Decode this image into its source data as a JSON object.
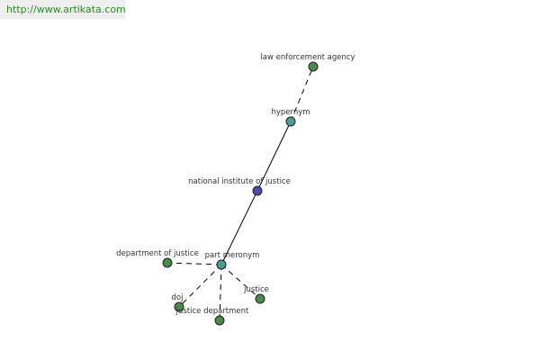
{
  "site": {
    "url": "http://www.artikata.com"
  },
  "colors": {
    "center": "#4a4ea8",
    "relation": "#4a9a9a",
    "term": "#4a8a4a"
  },
  "graph": {
    "nodes": [
      {
        "id": "center",
        "label": "national institute of justice",
        "kind": "center"
      },
      {
        "id": "hypernym",
        "label": "hypernym",
        "kind": "relation"
      },
      {
        "id": "law-enforcement-agency",
        "label": "law enforcement agency",
        "kind": "term"
      },
      {
        "id": "part-meronym",
        "label": "part meronym",
        "kind": "relation"
      },
      {
        "id": "department-of-justice",
        "label": "department of justice",
        "kind": "term"
      },
      {
        "id": "doj",
        "label": "doj",
        "kind": "term"
      },
      {
        "id": "justice-department",
        "label": "justice department",
        "kind": "term"
      },
      {
        "id": "justice",
        "label": "justice",
        "kind": "term"
      }
    ],
    "edges": [
      {
        "from": "center",
        "to": "hypernym",
        "style": "solid"
      },
      {
        "from": "hypernym",
        "to": "law-enforcement-agency",
        "style": "dashed"
      },
      {
        "from": "center",
        "to": "part-meronym",
        "style": "solid"
      },
      {
        "from": "part-meronym",
        "to": "department-of-justice",
        "style": "dashed"
      },
      {
        "from": "part-meronym",
        "to": "doj",
        "style": "dashed"
      },
      {
        "from": "part-meronym",
        "to": "justice-department",
        "style": "dashed"
      },
      {
        "from": "part-meronym",
        "to": "justice",
        "style": "dashed"
      }
    ]
  }
}
